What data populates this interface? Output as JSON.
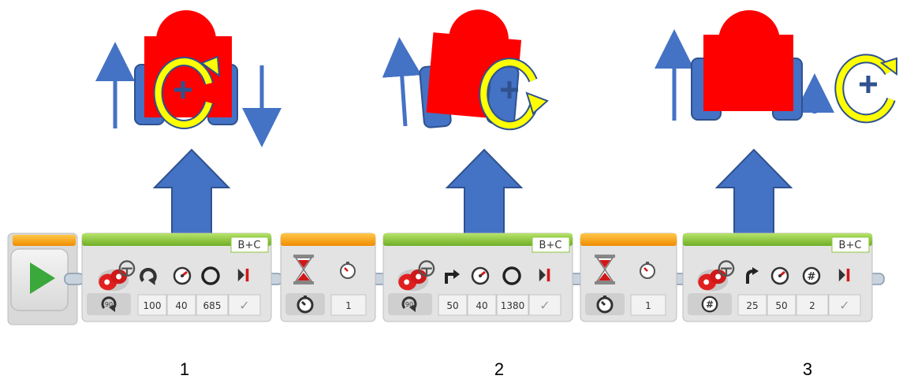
{
  "robots": [
    {
      "caption": "1"
    },
    {
      "caption": "2"
    },
    {
      "caption": "3"
    }
  ],
  "program": {
    "blocks": [
      {
        "type": "start"
      },
      {
        "type": "move_steering",
        "port": "B+C",
        "mode": "degrees",
        "steering": "100",
        "power": "40",
        "amount": "685",
        "brake": "✓"
      },
      {
        "type": "wait",
        "mode": "time",
        "value": "1"
      },
      {
        "type": "move_steering",
        "port": "B+C",
        "mode": "degrees",
        "steering": "50",
        "power": "40",
        "amount": "1380",
        "brake": "✓"
      },
      {
        "type": "wait",
        "mode": "time",
        "value": "1"
      },
      {
        "type": "move_steering",
        "port": "B+C",
        "mode": "rotations",
        "steering": "25",
        "power": "50",
        "amount": "2",
        "brake": "✓"
      }
    ]
  },
  "colors": {
    "robot_body": "#ff0000",
    "wheel": "#4472c4",
    "wheel_stroke": "#2f528f",
    "rotation_arrow": "#ffff00",
    "rotation_stroke": "#2f528f",
    "block_green": "#8cc63f",
    "block_orange": "#f7a21b",
    "block_gray": "#e6e6e6"
  }
}
